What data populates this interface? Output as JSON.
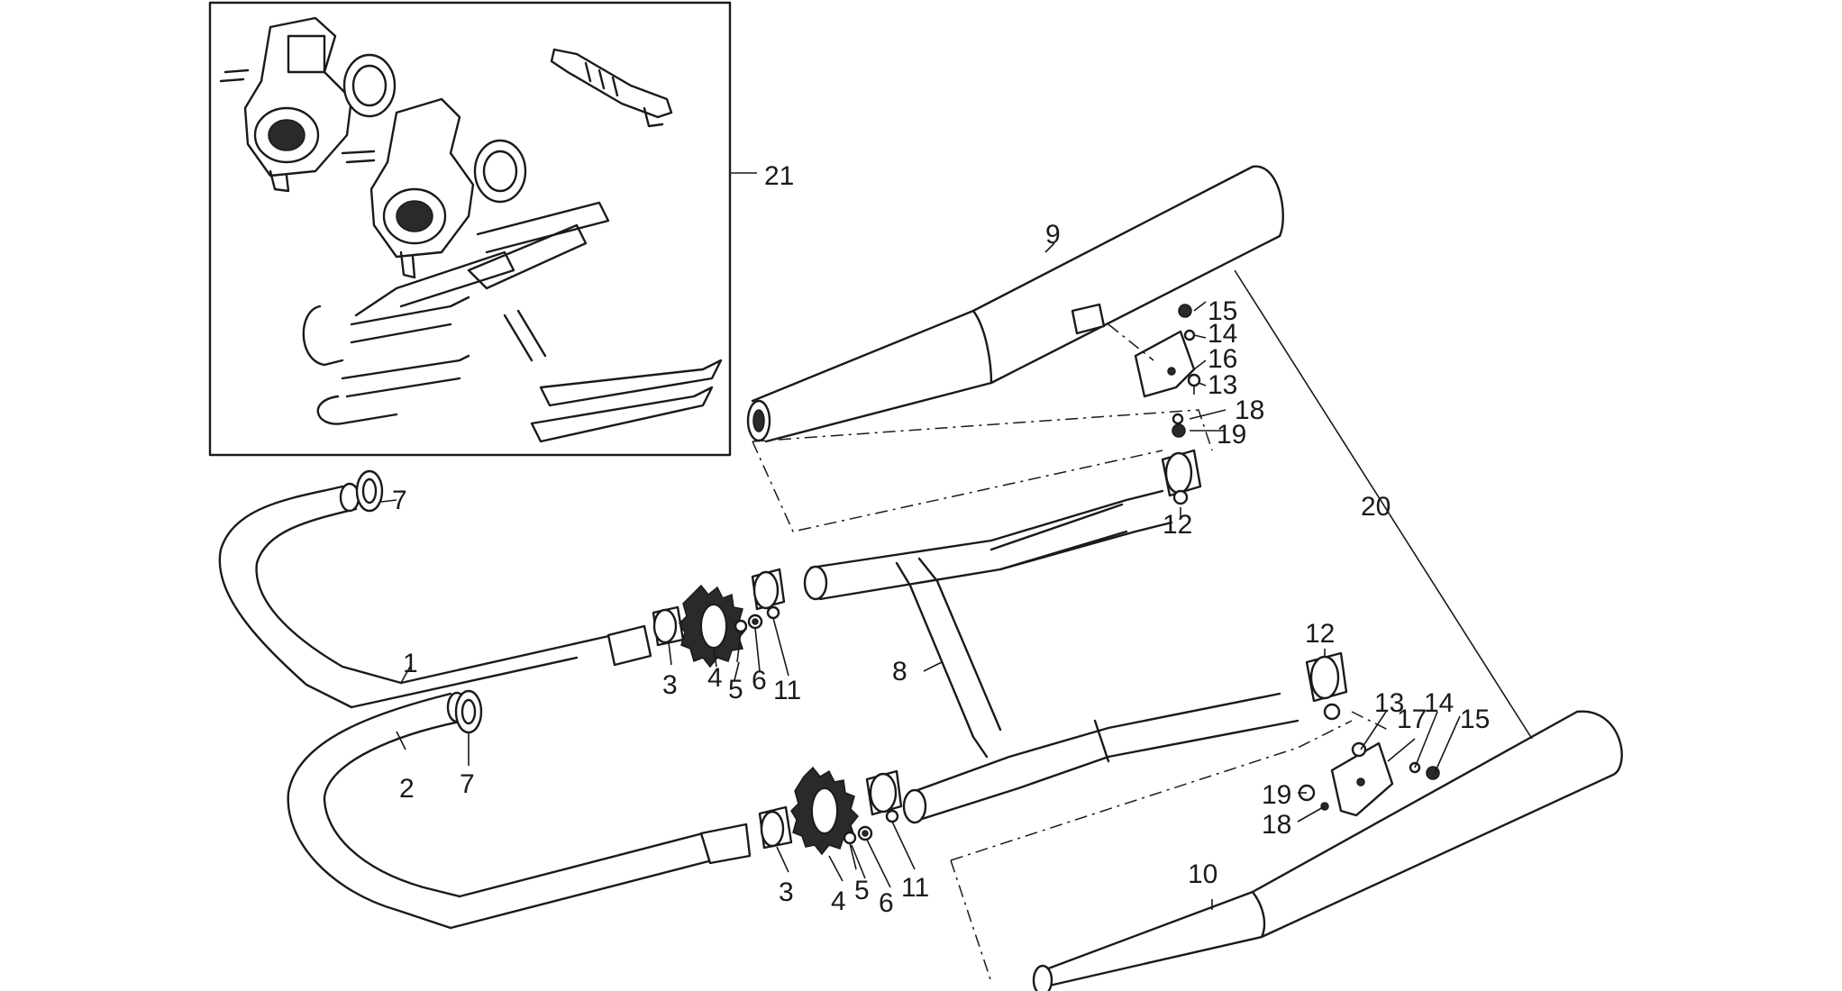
{
  "labels": {
    "l1": "1",
    "l2": "2",
    "l3a": "3",
    "l3b": "3",
    "l4a": "4",
    "l4b": "4",
    "l5a": "5",
    "l5b": "5",
    "l6a": "6",
    "l6b": "6",
    "l7a": "7",
    "l7b": "7",
    "l8": "8",
    "l9": "9",
    "l10": "10",
    "l11a": "11",
    "l11b": "11",
    "l12a": "12",
    "l12b": "12",
    "l13a": "13",
    "l13b": "13",
    "l14a": "14",
    "l14b": "14",
    "l15a": "15",
    "l15b": "15",
    "l16": "16",
    "l17": "17",
    "l18a": "18",
    "l18b": "18",
    "l19a": "19",
    "l19b": "19",
    "l20": "20",
    "l21": "21"
  }
}
